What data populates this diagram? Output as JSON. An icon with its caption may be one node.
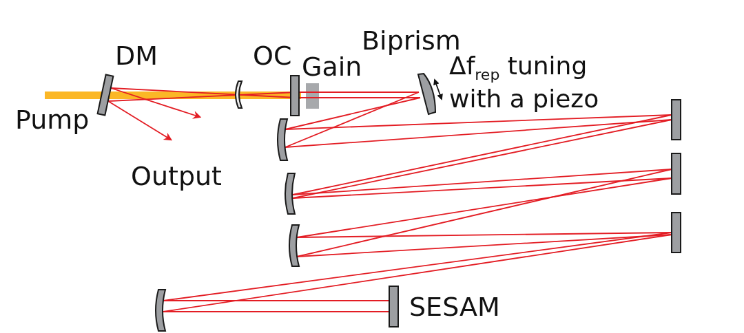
{
  "diagram": {
    "labels": [
      "Biprism",
      "DM",
      "OC",
      "Gain",
      "Δf$_{rep}$ tuning with a piezo",
      "Pump",
      "Output",
      "SESAM"
    ]
  }
}
